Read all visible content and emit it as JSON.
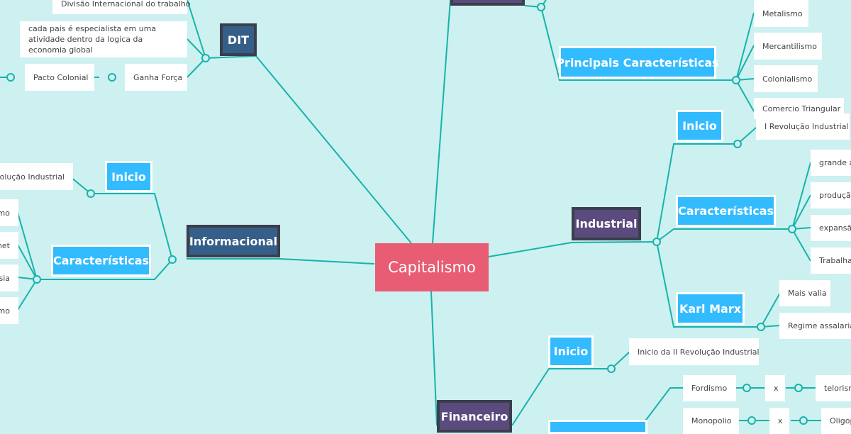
{
  "central": "Capitalismo",
  "branches": {
    "top": "",
    "dit": {
      "label": "DIT",
      "leaves": [
        "Divisão Internacional do trabalho",
        "cada pais é especialista em uma atividade dentro da logica da economia global",
        "Ganha Força",
        "Pacto Colonial"
      ]
    },
    "informacional": {
      "label": "Informacional",
      "inicio": "Inicio",
      "inicio_leaf": "Revolução Industrial",
      "caracteristicas": "Características",
      "leaves": [
        "mo",
        "net",
        "sia",
        "mo"
      ]
    },
    "comercial": {
      "sub": "Principais Características",
      "leaves": [
        "Metalismo",
        "Mercantilismo",
        "Colonialismo",
        "Comercio Triangular"
      ]
    },
    "industrial": {
      "label": "Industrial",
      "inicio": "Inicio",
      "inicio_leaf": "I Revolução Industrial",
      "caracteristicas": "Características",
      "leaves": [
        "grande a",
        "produçã",
        "expansã",
        "Trabalha"
      ],
      "karl_marx": "Karl Marx",
      "marx_leaves": [
        "Mais valia",
        "Regime assalariad"
      ]
    },
    "financeiro": {
      "label": "Financeiro",
      "inicio": "Inicio",
      "inicio_leaf": "Inicio da II Revolução Industrial",
      "rows": [
        [
          "Fordismo",
          "x",
          "telorism"
        ],
        [
          "Monopolio",
          "x",
          "Oligop"
        ]
      ]
    }
  }
}
